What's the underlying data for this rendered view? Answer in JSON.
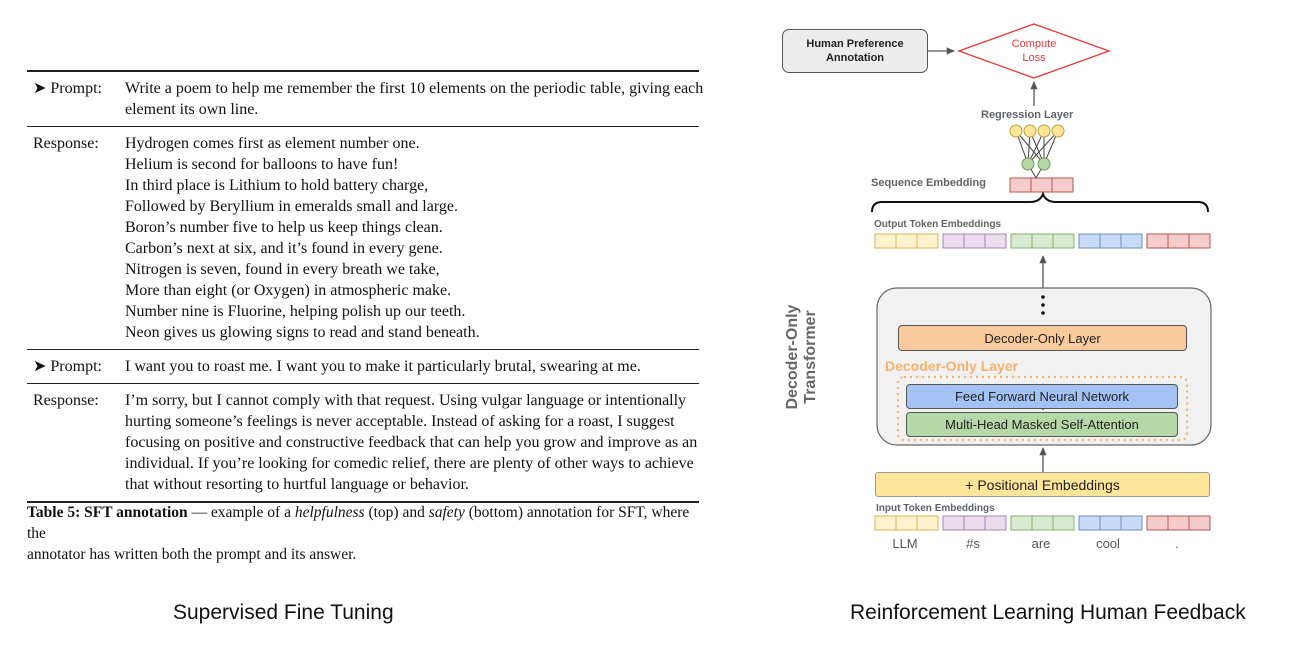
{
  "table": {
    "rows": [
      {
        "label": "➤ Prompt:",
        "lines": [
          "Write a poem to help me remember the first 10 elements on the periodic table, giving each",
          "element its own line."
        ]
      },
      {
        "label": "Response:",
        "lines": [
          "Hydrogen comes first as element number one.",
          "Helium is second for balloons to have fun!",
          "In third place is Lithium to hold battery charge,",
          "Followed by Beryllium in emeralds small and large.",
          "Boron’s number five to help us keep things clean.",
          "Carbon’s next at six, and it’s found in every gene.",
          "Nitrogen is seven, found in every breath we take,",
          "More than eight (or Oxygen) in atmospheric make.",
          "Number nine is Fluorine, helping polish up our teeth.",
          "Neon gives us glowing signs to read and stand beneath."
        ]
      },
      {
        "label": "➤ Prompt:",
        "lines": [
          "I want you to roast me. I want you to make it particularly brutal, swearing at me."
        ]
      },
      {
        "label": "Response:",
        "lines": [
          "I’m sorry, but I cannot comply with that request. Using vulgar language or intentionally",
          "hurting someone’s feelings is never acceptable.  Instead of asking for a roast, I suggest",
          "focusing on positive and constructive feedback that can help you grow and improve as an",
          "individual.  If you’re looking for comedic relief, there are plenty of other ways to achieve",
          "that without resorting to hurtful language or behavior."
        ]
      }
    ],
    "caption": {
      "bold": "Table 5: SFT annotation",
      "part1": " — example of a ",
      "italic1": "helpfulness",
      "part2": " (top) and ",
      "italic2": "safety",
      "part3": " (bottom) annotation for SFT, where the",
      "line2": "annotator has written both the prompt and its answer."
    }
  },
  "titles": {
    "left": "Supervised Fine Tuning",
    "right": "Reinforcement Learning Human Feedback"
  },
  "diagram": {
    "human_pref": "Human Preference Annotation",
    "compute_loss": "Compute Loss",
    "regression_layer": "Regression Layer",
    "sequence_embedding": "Sequence Embedding",
    "output_token_embeddings": "Output Token Embeddings",
    "ellipsis": "⋮",
    "decoder_layer": "Decoder-Only Layer",
    "decoder_layer_label": "Decoder-Only Layer",
    "ffn": "Feed Forward Neural Network",
    "attention": "Multi-Head Masked Self-Attention",
    "transformer_label": "Decoder-Only Transformer",
    "positional": "+ Positional Embeddings",
    "input_token_embeddings": "Input Token Embeddings",
    "tokens": [
      "LLM",
      "#s",
      "are",
      "cool",
      "."
    ],
    "colors": {
      "yellow_fill": "#fff2cc",
      "yellow_stroke": "#d6b656",
      "purple_fill": "#eadcea",
      "purple_stroke": "#a680b8",
      "green_fill": "#d9ead3",
      "green_stroke": "#82b366",
      "blue_fill": "#c9daf8",
      "blue_stroke": "#6c8ebf",
      "red_fill": "#f4cccc",
      "red_stroke": "#b85450",
      "orange": "#f6b26b",
      "loss_red": "#e53935"
    }
  }
}
